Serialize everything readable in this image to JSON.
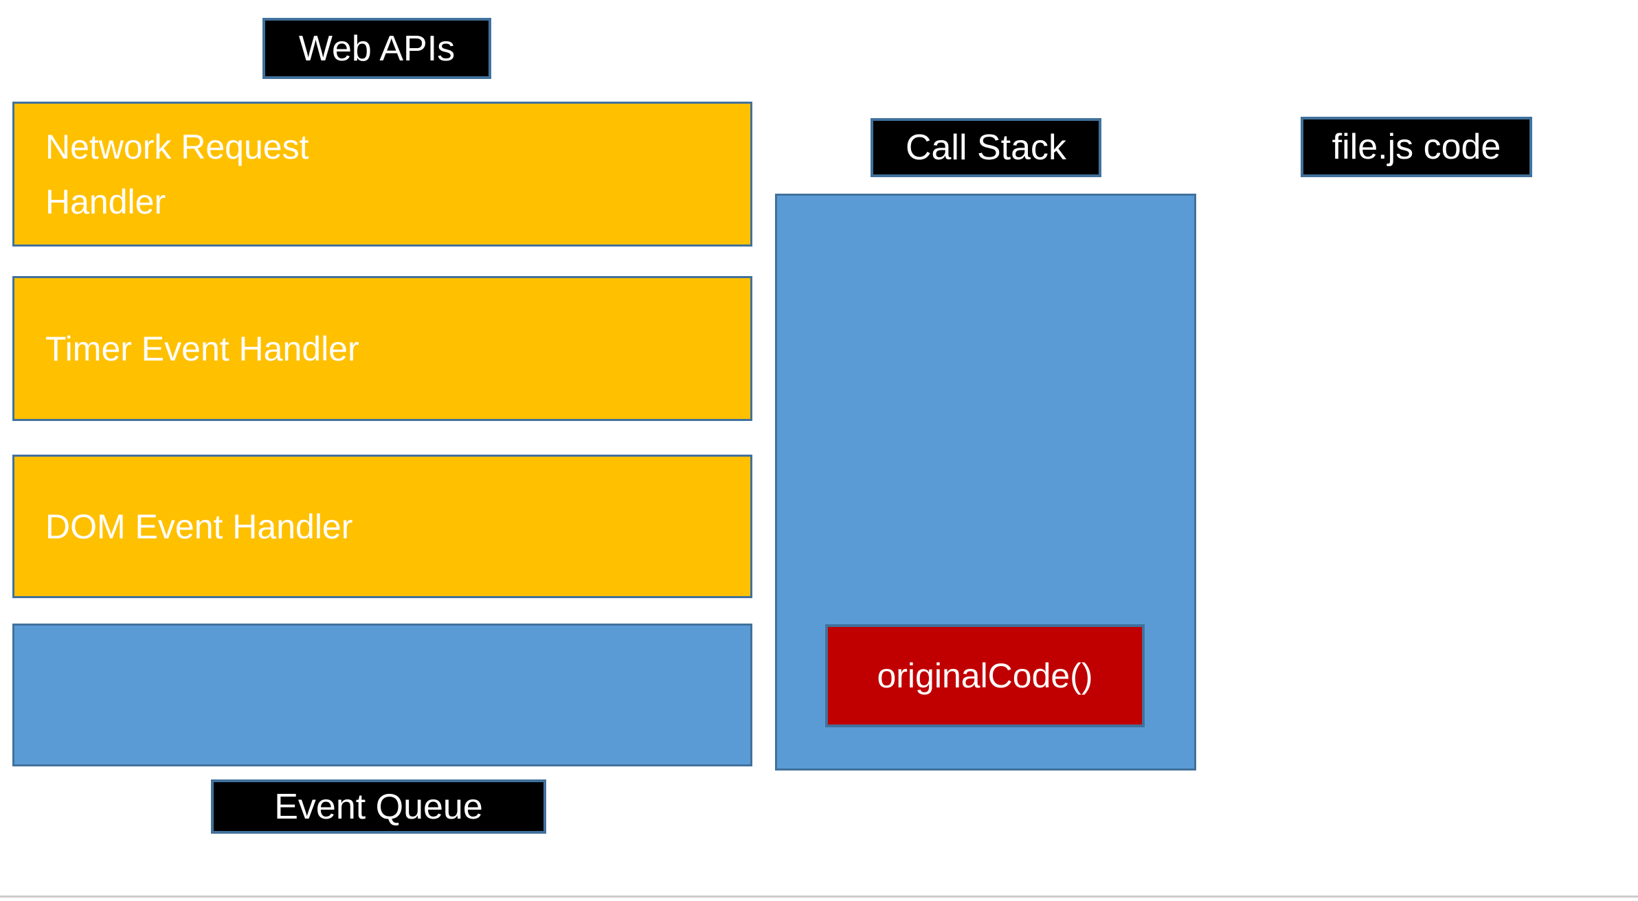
{
  "colors": {
    "canvas_bg": "#FFFFFF",
    "handler_fill": "#FFC000",
    "queue_fill": "#5B9BD5",
    "stack_fill": "#5B9BD5",
    "frame_fill": "#C00000",
    "outline": "#41719C",
    "plaque_fill": "#000000",
    "text": "#FFFFFF",
    "baseline": "#CCCCCC"
  },
  "web_apis": {
    "label": "Web APIs",
    "handlers": [
      {
        "text": "Network Request\nHandler"
      },
      {
        "text": "Timer Event Handler"
      },
      {
        "text": "DOM Event Handler"
      }
    ]
  },
  "event_queue": {
    "label": "Event Queue"
  },
  "call_stack": {
    "label": "Call Stack",
    "frames": [
      {
        "text": "originalCode()"
      }
    ]
  },
  "file_js": {
    "label": "file.js code"
  }
}
